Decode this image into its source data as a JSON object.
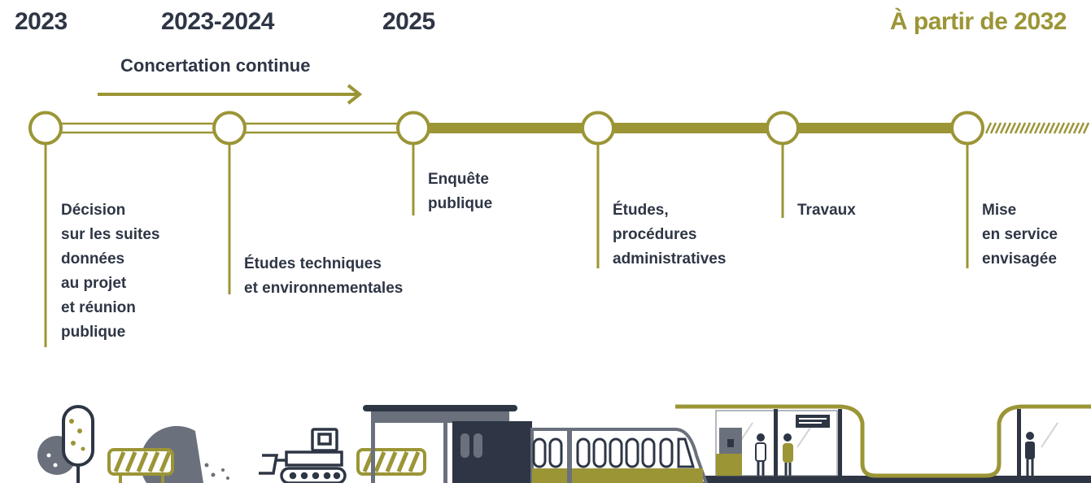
{
  "colors": {
    "accent": "#9b9536",
    "dark": "#2e3645",
    "grey": "#6a717c"
  },
  "years": [
    "2023",
    "2023-2024",
    "2025",
    "À partir de 2032"
  ],
  "concertation": "Concertation continue",
  "steps": [
    {
      "lines": [
        "Décision",
        "sur les suites",
        "données",
        "au projet",
        "et réunion",
        "publique"
      ]
    },
    {
      "lines": [
        "Études techniques",
        "et environnementales"
      ]
    },
    {
      "lines": [
        "Enquête",
        "publique"
      ]
    },
    {
      "lines": [
        "Études,",
        "procédures",
        "administratives"
      ]
    },
    {
      "lines": [
        "Travaux"
      ]
    },
    {
      "lines": [
        "Mise",
        "en service",
        "envisagée"
      ]
    }
  ],
  "illustration": {
    "icons": [
      "tree-icon",
      "barrier-icon",
      "bulldozer-icon",
      "tram-shelter-icon",
      "tram-icon",
      "station-icon",
      "passenger-icon"
    ]
  }
}
